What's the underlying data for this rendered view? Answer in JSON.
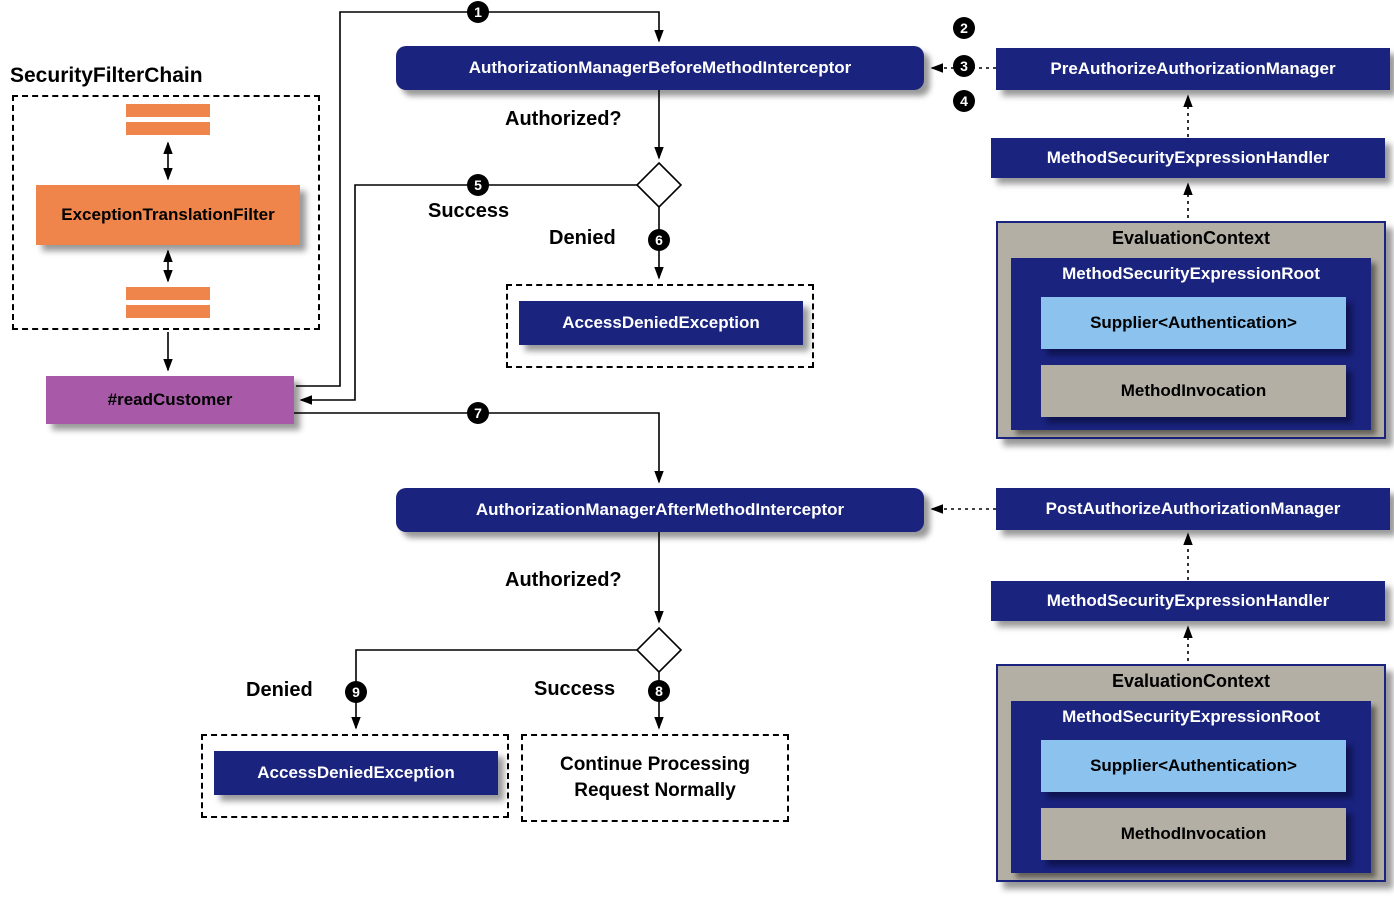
{
  "colors": {
    "navy": "#1a237e",
    "orange": "#f0854c",
    "purple": "#a85aa8",
    "light_blue": "#8cc2ee",
    "gray": "#b3afa4"
  },
  "filter_chain": {
    "title": "SecurityFilterChain",
    "etf": "ExceptionTranslationFilter"
  },
  "read_customer": "#readCustomer",
  "interceptors": {
    "before": "AuthorizationManagerBeforeMethodInterceptor",
    "after": "AuthorizationManagerAfterMethodInterceptor"
  },
  "managers": {
    "pre": "PreAuthorizeAuthorizationManager",
    "post": "PostAuthorizeAuthorizationManager"
  },
  "handlers": {
    "top": "MethodSecurityExpressionHandler",
    "bottom": "MethodSecurityExpressionHandler"
  },
  "eval_top": {
    "title": "EvaluationContext",
    "root": "MethodSecurityExpressionRoot",
    "supplier": "Supplier<Authentication>",
    "invocation": "MethodInvocation"
  },
  "eval_bottom": {
    "title": "EvaluationContext",
    "root": "MethodSecurityExpressionRoot",
    "supplier": "Supplier<Authentication>",
    "invocation": "MethodInvocation"
  },
  "labels": {
    "authorized_top": "Authorized?",
    "success_top": "Success",
    "denied_top": "Denied",
    "authorized_bottom": "Authorized?",
    "success_bottom": "Success",
    "denied_bottom": "Denied"
  },
  "exceptions": {
    "top": "AccessDeniedException",
    "bottom": "AccessDeniedException"
  },
  "continue_processing": {
    "line1": "Continue Processing",
    "line2": "Request Normally"
  },
  "steps": {
    "s1": "1",
    "s2": "2",
    "s3": "3",
    "s4": "4",
    "s5": "5",
    "s6": "6",
    "s7": "7",
    "s8": "8",
    "s9": "9"
  }
}
